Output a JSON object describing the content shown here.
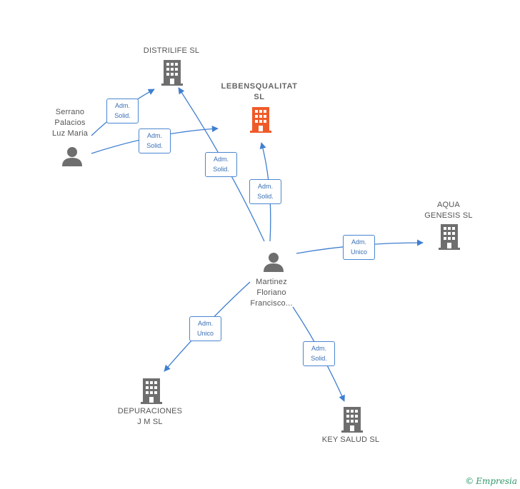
{
  "colors": {
    "edge": "#3f7fd0",
    "building": "#6e6e6e",
    "focus_building": "#f05a28",
    "person": "#6e6e6e"
  },
  "nodes": {
    "distrilife": "DISTRILIFE  SL",
    "lebensqualitat_line1": "LEBENSQUALITAT",
    "lebensqualitat_line2": "SL",
    "serrano_line1": "Serrano",
    "serrano_line2": "Palacios",
    "serrano_line3": "Luz Maria",
    "aqua_line1": "AQUA",
    "aqua_line2": "GENESIS  SL",
    "martinez_line1": "Martinez",
    "martinez_line2": "Floriano",
    "martinez_line3": "Francisco...",
    "depuraciones_line1": "DEPURACIONES",
    "depuraciones_line2": "J M SL",
    "keysalud": "KEY SALUD  SL"
  },
  "relations": {
    "serrano_distrilife": [
      "Adm.",
      "Solid."
    ],
    "serrano_lebens": [
      "Adm.",
      "Solid."
    ],
    "martinez_distrilife": [
      "Adm.",
      "Solid."
    ],
    "martinez_lebens": [
      "Adm.",
      "Solid."
    ],
    "martinez_aqua": [
      "Adm.",
      "Unico"
    ],
    "martinez_depuraciones": [
      "Adm.",
      "Unico"
    ],
    "martinez_keysalud": [
      "Adm.",
      "Solid."
    ]
  },
  "footer": {
    "copyright": "©",
    "brand": "Empresia"
  }
}
